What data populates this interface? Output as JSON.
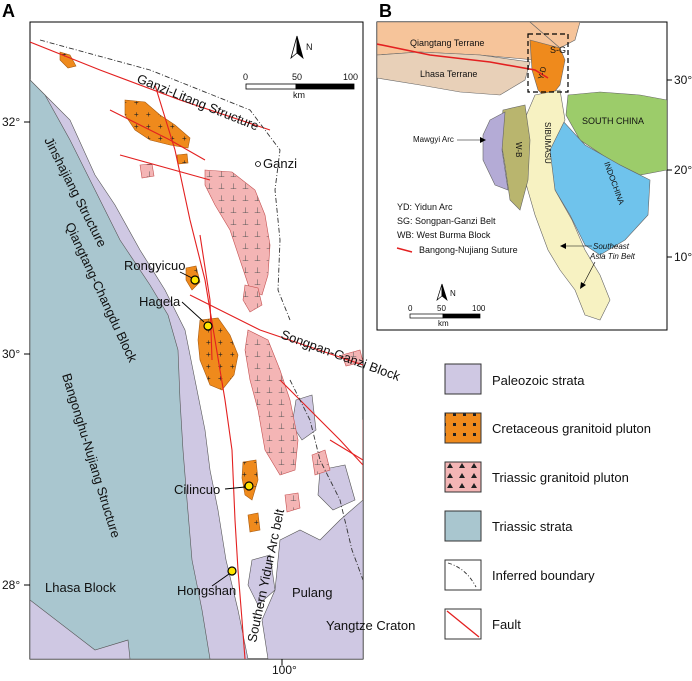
{
  "panel_a": {
    "letter": "A",
    "lat_ticks": [
      "32°",
      "30°",
      "28°"
    ],
    "lon_tick": "100°",
    "scale": {
      "zero": "0",
      "mid": "50",
      "max": "100",
      "unit": "km"
    },
    "north": "N",
    "labels": {
      "ganzi_litang": "Ganzi-Litang Structure",
      "ganzi": "Ganzi",
      "jinshajiang": "Jinshajiang Structure",
      "qiangtang_changdu": "Qiangtang-Changdu Block",
      "bangonghu_nujiang": "Bangonghu-Nujiang Structure",
      "songpan_ganzi_block": "Songpan-Ganzi Block",
      "southern_yidun": "Southern Yidun Arc belt",
      "lhasa_block": "Lhasa Block",
      "pulang": "Pulang",
      "yangtze": "Yangtze Craton"
    },
    "sites": [
      "Rongyicuo",
      "Hagela",
      "Cilincuo",
      "Hongshan"
    ]
  },
  "panel_b": {
    "letter": "B",
    "lat_ticks": [
      "30°",
      "20°",
      "10°"
    ],
    "north": "N",
    "scale": {
      "zero": "0",
      "mid": "50",
      "max": "100",
      "unit": "km"
    },
    "labels": {
      "qiangtang": "Qiangtang Terrane",
      "sg": "S-G",
      "lhasa": "Lhasa Terrane",
      "yd": "Y-D",
      "south_china": "SOUTH CHINA",
      "mawgyi": "Mawgyi Arc",
      "wb": "W-B",
      "sibumasu": "SIBUMASU",
      "indochina": "INDOCHINA",
      "tin_belt_1": "Southeast",
      "tin_belt_2": "Asia Tin Belt"
    },
    "abbreviations": [
      "YD: Yidun Arc",
      "SG: Songpan-Ganzi Belt",
      "WB: West Burma Block",
      "Bangong-Nujiang Suture"
    ]
  },
  "legend": [
    {
      "label": "Paleozoic strata",
      "color": "#cfc8e3"
    },
    {
      "label": "Cretaceous granitoid pluton",
      "color": "#ef8a1c"
    },
    {
      "label": "Triassic granitoid pluton",
      "color": "#f4b5b5"
    },
    {
      "label": "Triassic strata",
      "color": "#a9c6cf"
    },
    {
      "label": "Inferred boundary",
      "color": "#555555"
    },
    {
      "label": "Fault",
      "color": "#e32020"
    }
  ],
  "colors": {
    "paleozoic": "#cfc8e3",
    "cretaceous": "#ef8a1c",
    "triassic_pluton": "#f4b5b5",
    "triassic_strata": "#a9c6cf",
    "fault": "#e32020",
    "site": "#ffe500",
    "qiangtang": "#f6c49a",
    "south_china": "#9ccc6a",
    "indochina": "#6fc3ec",
    "sibumasu": "#f7f2c2",
    "wb": "#b9b56e",
    "mawgyi": "#b4abd6"
  }
}
